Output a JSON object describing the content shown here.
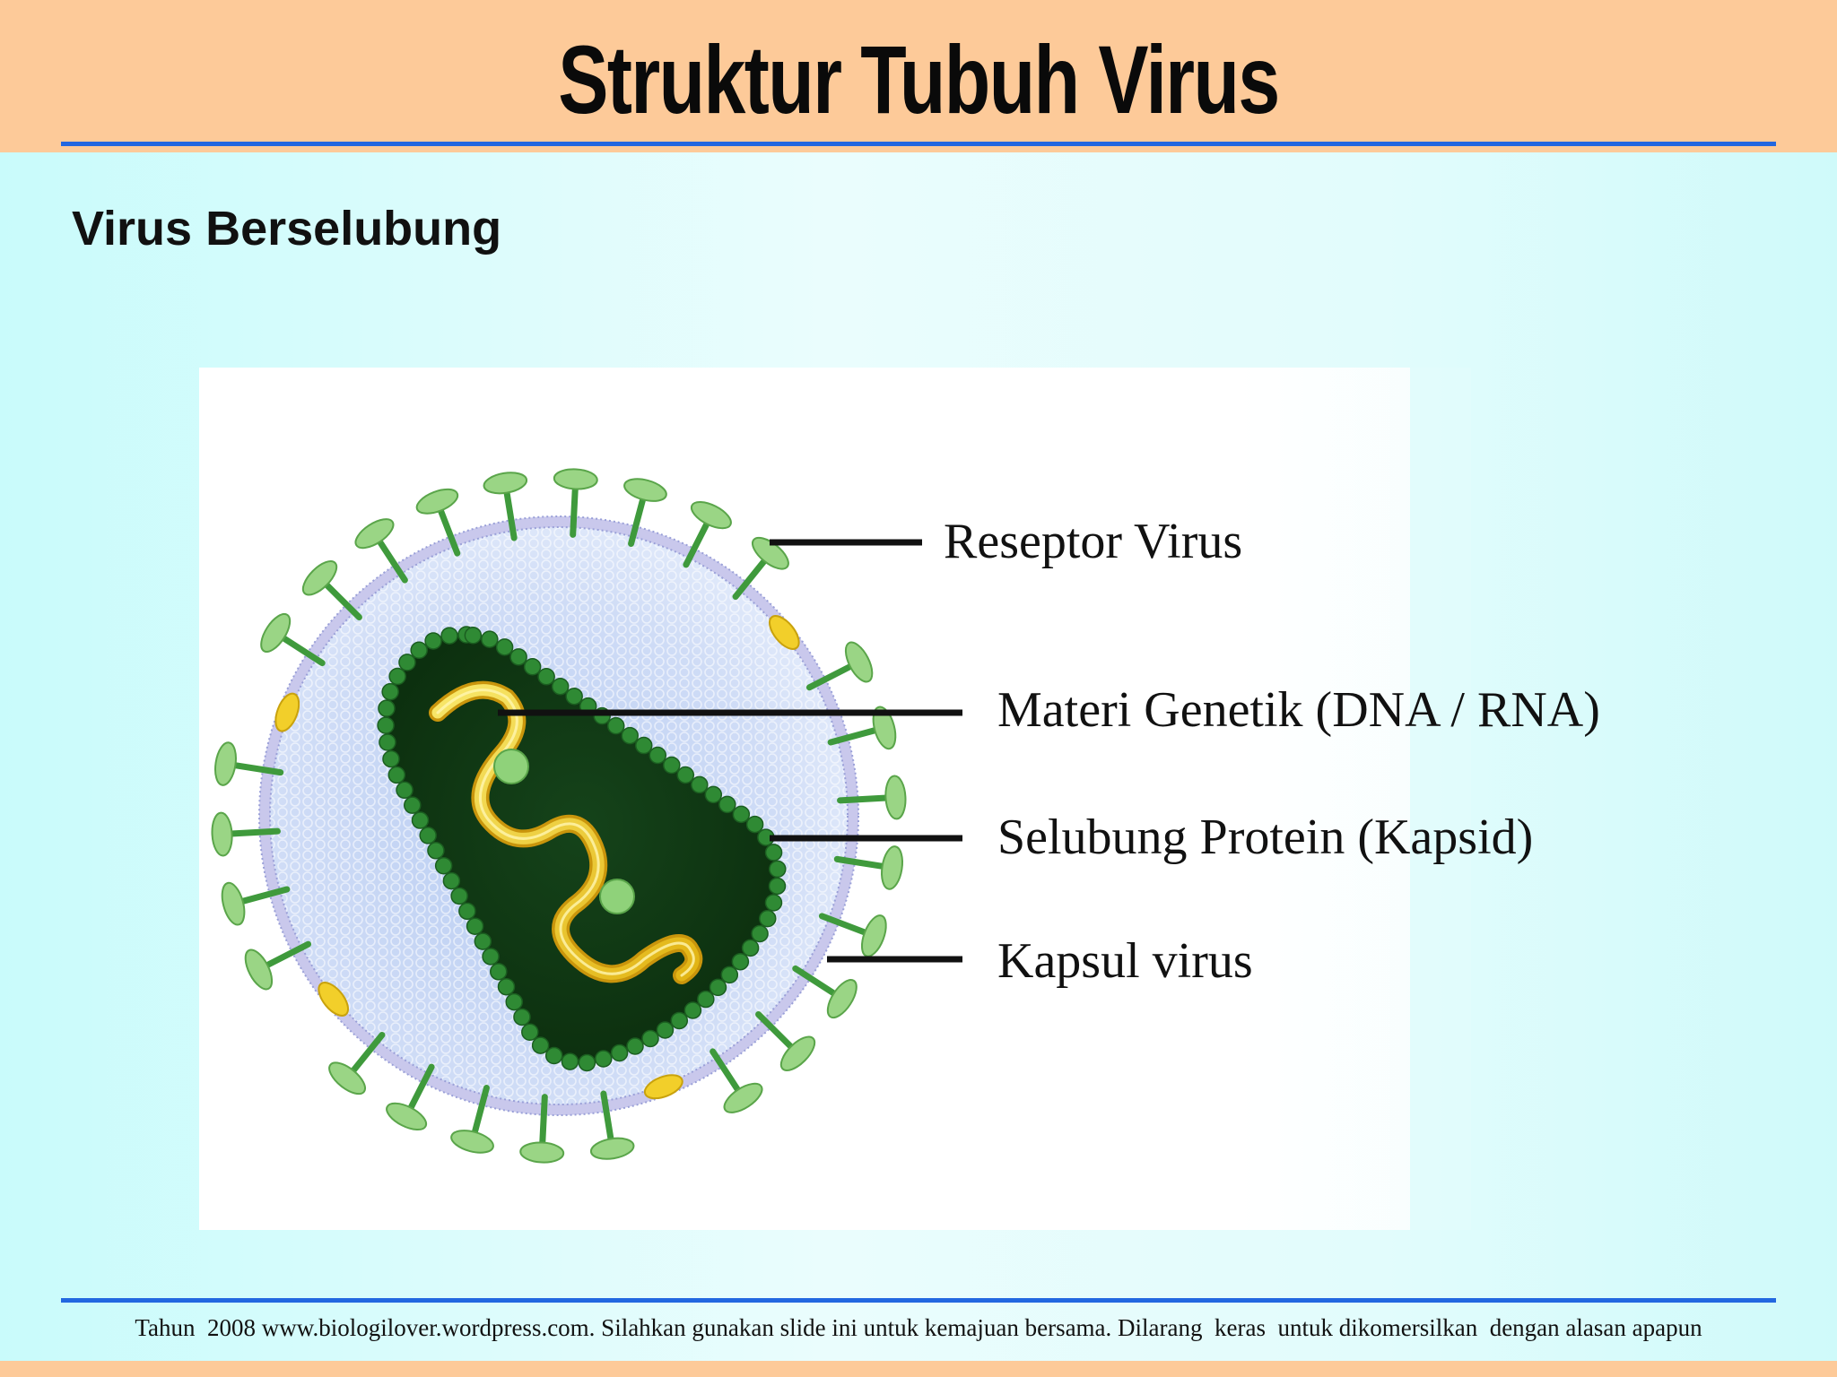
{
  "slide": {
    "title": "Struktur Tubuh Virus",
    "subtitle": "Virus Berselubung"
  },
  "diagram": {
    "labels": {
      "receptor": "Reseptor Virus",
      "genetic_material": "Materi Genetik (DNA / RNA)",
      "capsid": "Selubung Protein (Kapsid)",
      "capsule": "Kapsul virus"
    }
  },
  "footer": {
    "text": "Tahun  2008 www.biologilover.wordpress.com. Silahkan gunakan slide ini untuk kemajuan bersama. Dilarang  keras  untuk dikomersilkan  dengan alasan apapun"
  },
  "colors": {
    "header_band": "#fdca99",
    "rule_blue": "#2267e0",
    "spike_green": "#7cc46a",
    "capsid_dark": "#0f3a0f",
    "genome_yellow": "#f2cf2a",
    "envelope_lilac": "#c9c8ec"
  }
}
